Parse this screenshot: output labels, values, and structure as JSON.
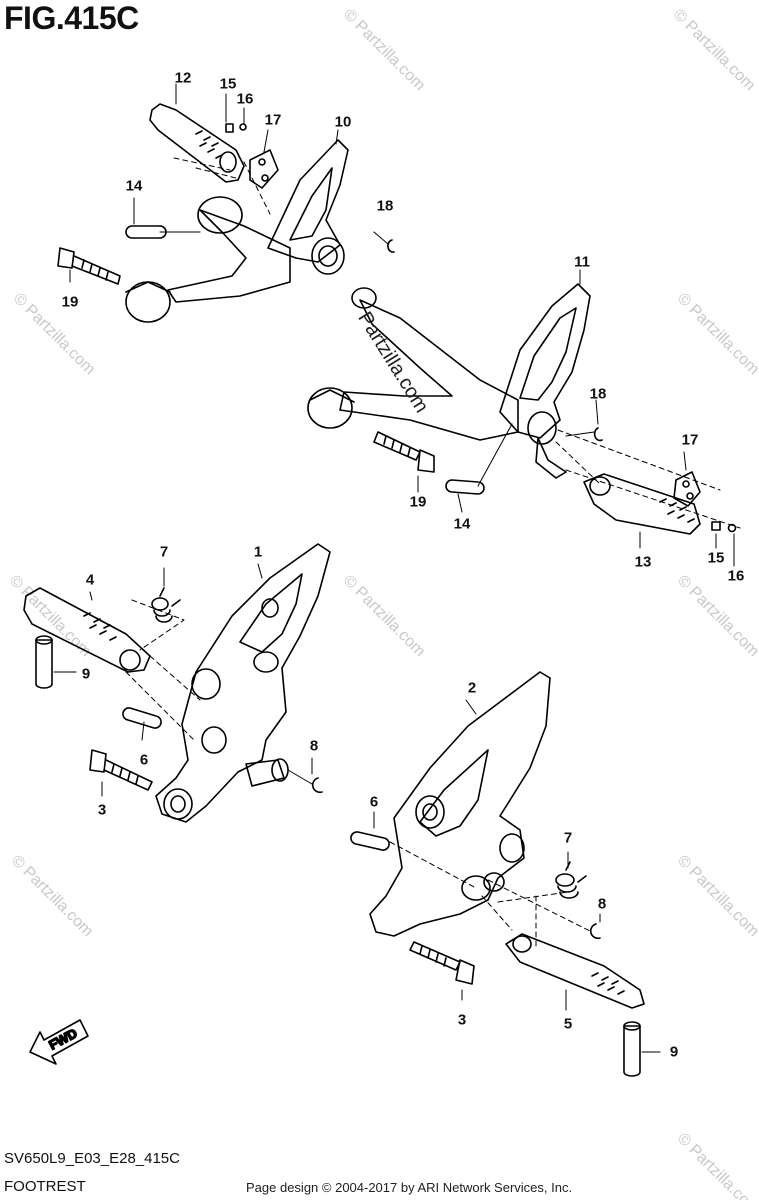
{
  "figure": {
    "title": "FIG.415C",
    "code": "SV650L9_E03_E28_415C",
    "subtitle": "FOOTREST",
    "copyright": "Page design © 2004-2017 by ARI Network Services, Inc.",
    "fwd_label": "FWD",
    "watermark": "© Partzilla.com",
    "center_watermark": "Partzilla.com"
  },
  "callouts": [
    {
      "id": "c12a",
      "label": "12"
    },
    {
      "id": "c15a",
      "label": "15"
    },
    {
      "id": "c16a",
      "label": "16"
    },
    {
      "id": "c17a",
      "label": "17"
    },
    {
      "id": "c10",
      "label": "10"
    },
    {
      "id": "c14a",
      "label": "14"
    },
    {
      "id": "c18a",
      "label": "18"
    },
    {
      "id": "c19a",
      "label": "19"
    },
    {
      "id": "c11",
      "label": "11"
    },
    {
      "id": "c18b",
      "label": "18"
    },
    {
      "id": "c17b",
      "label": "17"
    },
    {
      "id": "c19b",
      "label": "19"
    },
    {
      "id": "c14b",
      "label": "14"
    },
    {
      "id": "c13",
      "label": "13"
    },
    {
      "id": "c15b",
      "label": "15"
    },
    {
      "id": "c16b",
      "label": "16"
    },
    {
      "id": "c7a",
      "label": "7"
    },
    {
      "id": "c1",
      "label": "1"
    },
    {
      "id": "c4",
      "label": "4"
    },
    {
      "id": "c9a",
      "label": "9"
    },
    {
      "id": "c6a",
      "label": "6"
    },
    {
      "id": "c8a",
      "label": "8"
    },
    {
      "id": "c3a",
      "label": "3"
    },
    {
      "id": "c2",
      "label": "2"
    },
    {
      "id": "c6b",
      "label": "6"
    },
    {
      "id": "c7b",
      "label": "7"
    },
    {
      "id": "c8b",
      "label": "8"
    },
    {
      "id": "c3b",
      "label": "3"
    },
    {
      "id": "c5",
      "label": "5"
    },
    {
      "id": "c9b",
      "label": "9"
    }
  ]
}
